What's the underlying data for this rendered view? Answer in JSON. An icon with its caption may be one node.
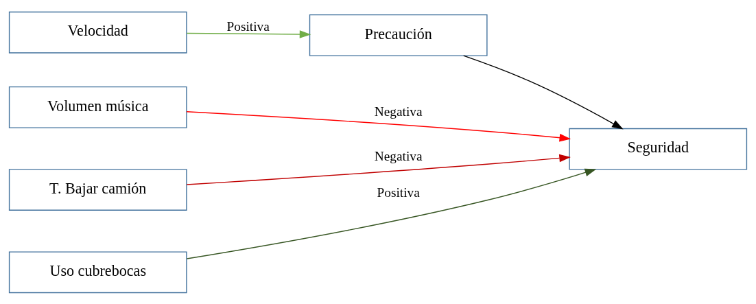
{
  "diagram": {
    "nodes": [
      {
        "text": [
          "Velocidad"
        ]
      },
      {
        "text": [
          "Precaución"
        ]
      },
      {
        "text": [
          "Seguridad"
        ]
      },
      {
        "text": [
          "Volumen música"
        ]
      },
      {
        "text": [
          "T. Bajar camión"
        ]
      },
      {
        "text": [
          "Uso cubrebocas"
        ]
      }
    ],
    "edges": [
      {
        "from": 0,
        "to": 1,
        "arrow": "to",
        "label": "Positiva",
        "color": "#70ad47"
      },
      {
        "from": 1,
        "to": 2,
        "arrow": "to",
        "color": "#000000"
      },
      {
        "from": 3,
        "to": 2,
        "arrow": "to",
        "label": "Negativa",
        "color": "#ff0000"
      },
      {
        "from": 4,
        "to": 2,
        "arrow": "to",
        "label": "Negativa",
        "color": "#c00000"
      },
      {
        "from": 5,
        "to": 2,
        "arrow": "to",
        "label": "Positiva",
        "color": "#375623"
      }
    ]
  }
}
